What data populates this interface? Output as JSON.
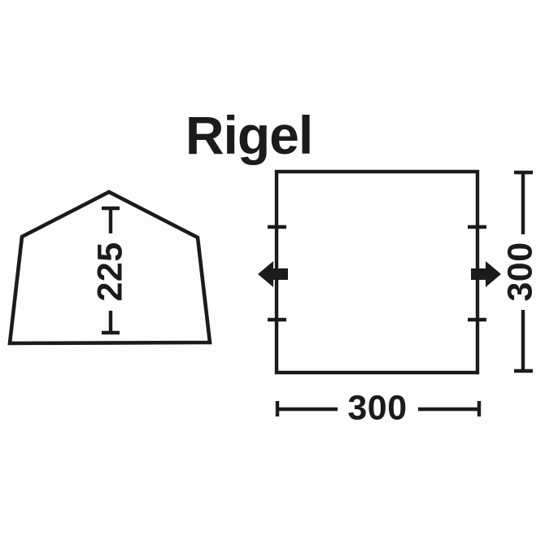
{
  "title": "Rigel",
  "side_view": {
    "height_label": "225"
  },
  "floor_plan": {
    "depth_label": "300",
    "width_label": "300"
  },
  "icons": {
    "left_entrance": "arrow-left-icon",
    "right_entrance": "arrow-right-icon"
  },
  "colors": {
    "ink": "#1b1b1b",
    "background": "#fdfdfd"
  }
}
